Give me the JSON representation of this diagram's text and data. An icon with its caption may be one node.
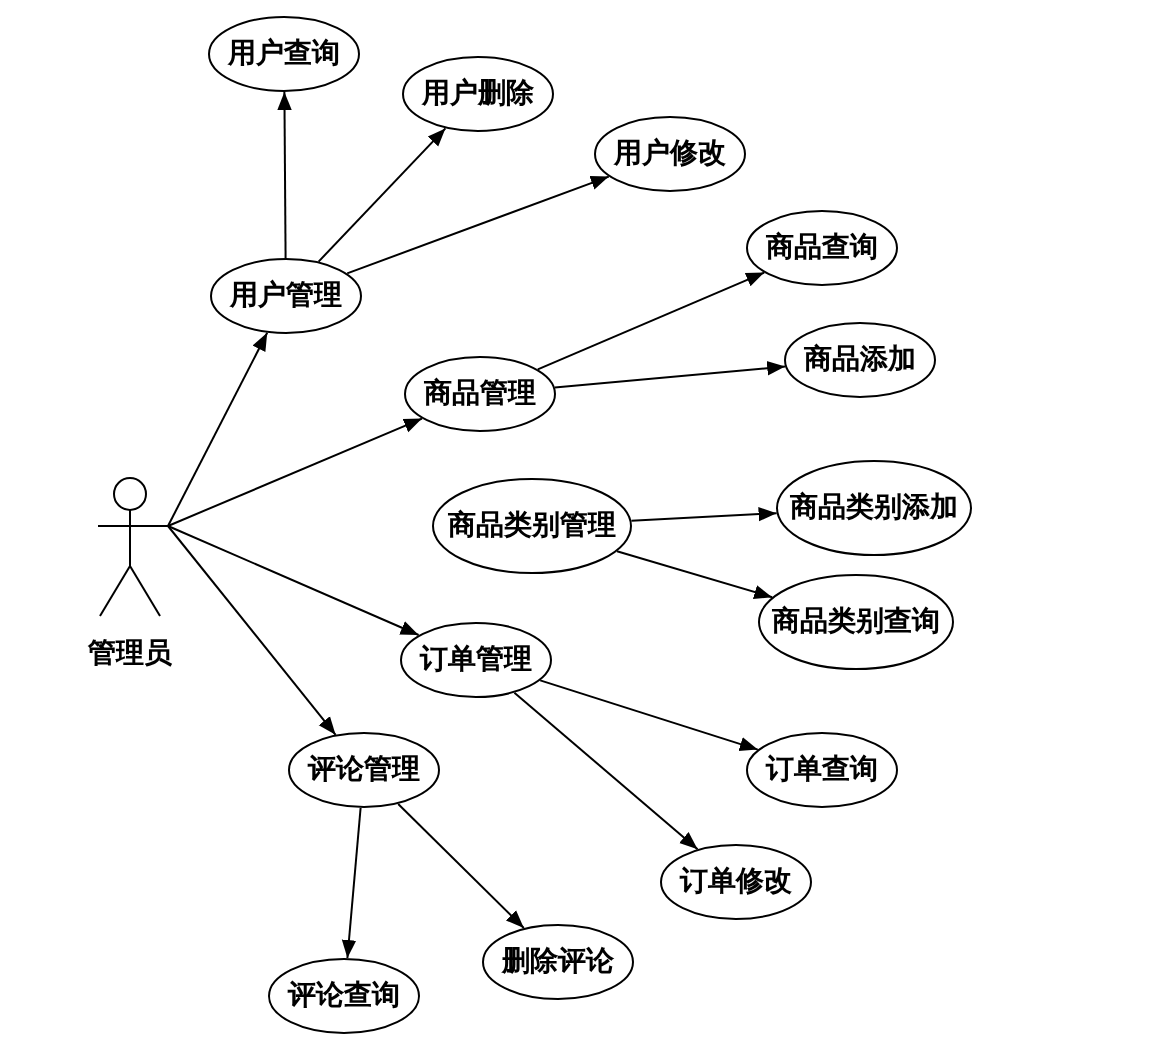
{
  "diagram": {
    "nodes": [
      {
        "text": [
          "管理员"
        ]
      },
      {
        "text": [
          "用户管理"
        ]
      },
      {
        "text": [
          "用户查询"
        ]
      },
      {
        "text": [
          "用户删除"
        ]
      },
      {
        "text": [
          "用户修改"
        ]
      },
      {
        "text": [
          "商品管理"
        ]
      },
      {
        "text": [
          "商品查询"
        ]
      },
      {
        "text": [
          "商品添加"
        ]
      },
      {
        "text": [
          "商品类别管理"
        ]
      },
      {
        "text": [
          "商品类别添加"
        ]
      },
      {
        "text": [
          "商品类别查询"
        ]
      },
      {
        "text": [
          "订单管理"
        ]
      },
      {
        "text": [
          "订单查询"
        ]
      },
      {
        "text": [
          "订单修改"
        ]
      },
      {
        "text": [
          "评论管理"
        ]
      },
      {
        "text": [
          "评论查询"
        ]
      },
      {
        "text": [
          "删除评论"
        ]
      }
    ],
    "edges": [
      {
        "from": 0,
        "to": 1,
        "arrow": "to"
      },
      {
        "from": 1,
        "to": 2,
        "arrow": "to"
      },
      {
        "from": 1,
        "to": 3,
        "arrow": "to"
      },
      {
        "from": 1,
        "to": 4,
        "arrow": "to"
      },
      {
        "from": 0,
        "to": 5,
        "arrow": "to"
      },
      {
        "from": 5,
        "to": 6,
        "arrow": "to"
      },
      {
        "from": 5,
        "to": 7,
        "arrow": "to"
      },
      {
        "from": 8,
        "to": 9,
        "arrow": "to"
      },
      {
        "from": 8,
        "to": 10,
        "arrow": "to"
      },
      {
        "from": 0,
        "to": 11,
        "arrow": "to"
      },
      {
        "from": 11,
        "to": 12,
        "arrow": "to"
      },
      {
        "from": 11,
        "to": 13,
        "arrow": "to"
      },
      {
        "from": 0,
        "to": 14,
        "arrow": "to"
      },
      {
        "from": 14,
        "to": 15,
        "arrow": "to"
      },
      {
        "from": 14,
        "to": 16,
        "arrow": "to"
      }
    ]
  }
}
